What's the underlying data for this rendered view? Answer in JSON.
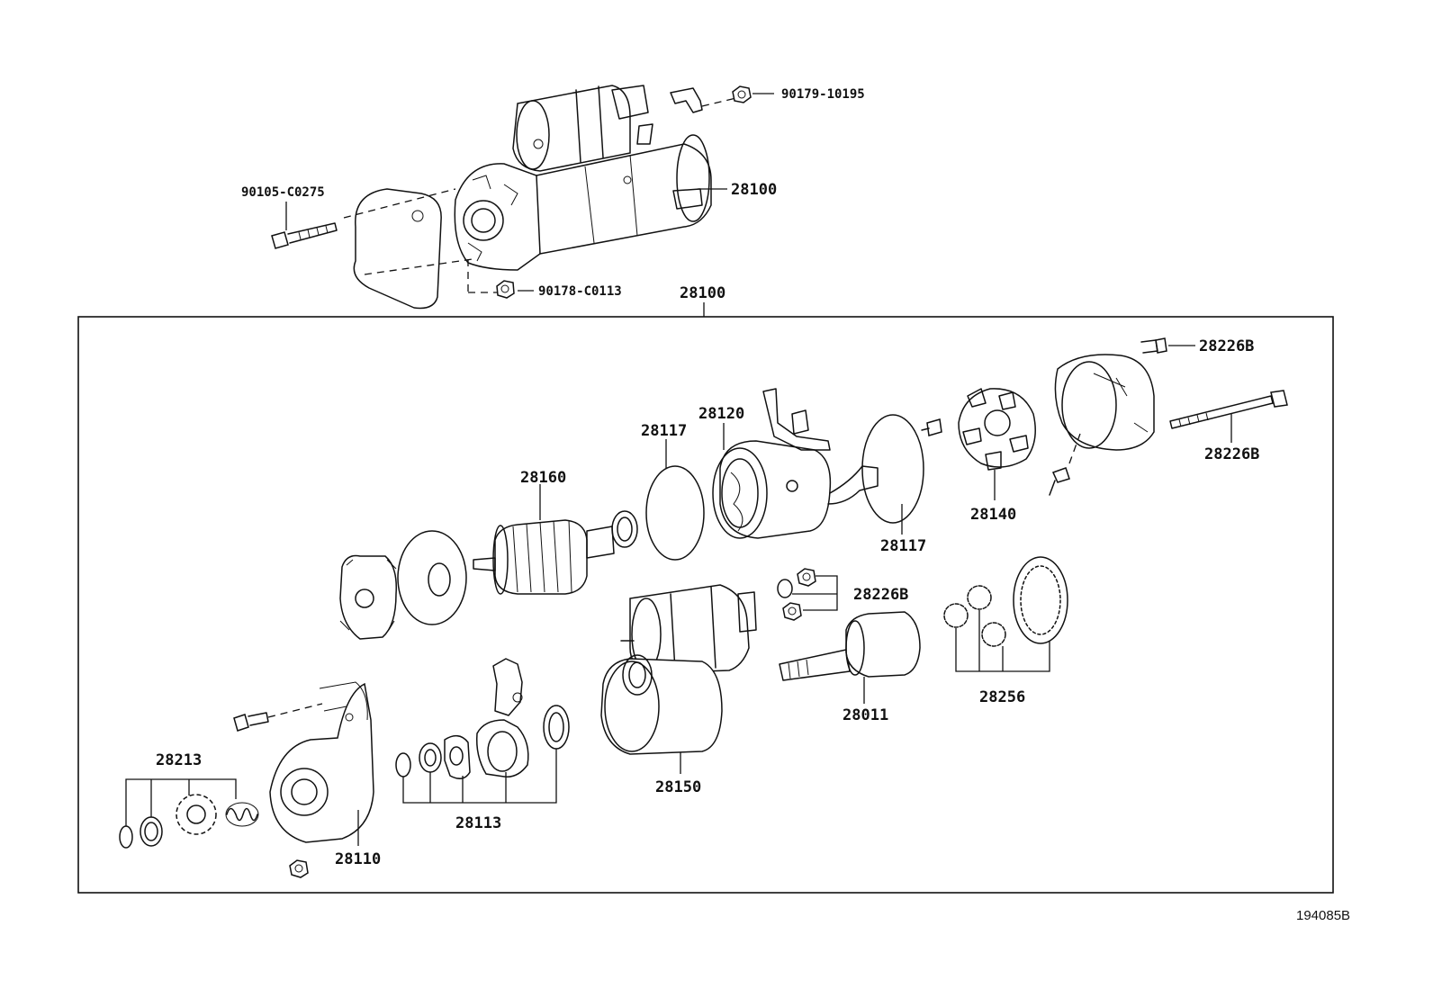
{
  "labels": {
    "nut_top": "90179-10195",
    "starter_assembly": "28100",
    "bolt_top": "90105-C0275",
    "nut_bottom": "90178-C0113",
    "kit_header": "28100",
    "bolt_28226b_top": "28226B",
    "bolt_28226b_long": "28226B",
    "field_coil": "28120",
    "gasket_left": "28117",
    "gasket_right": "28117",
    "armature": "28160",
    "brush_holder": "28140",
    "nut_28226b": "28226B",
    "clutch": "28011",
    "planetary_gears": "28256",
    "pinion_set": "28213",
    "lever_set": "28113",
    "magnetic_switch": "28150",
    "drive_housing": "28110"
  },
  "ref_number": "194085B"
}
